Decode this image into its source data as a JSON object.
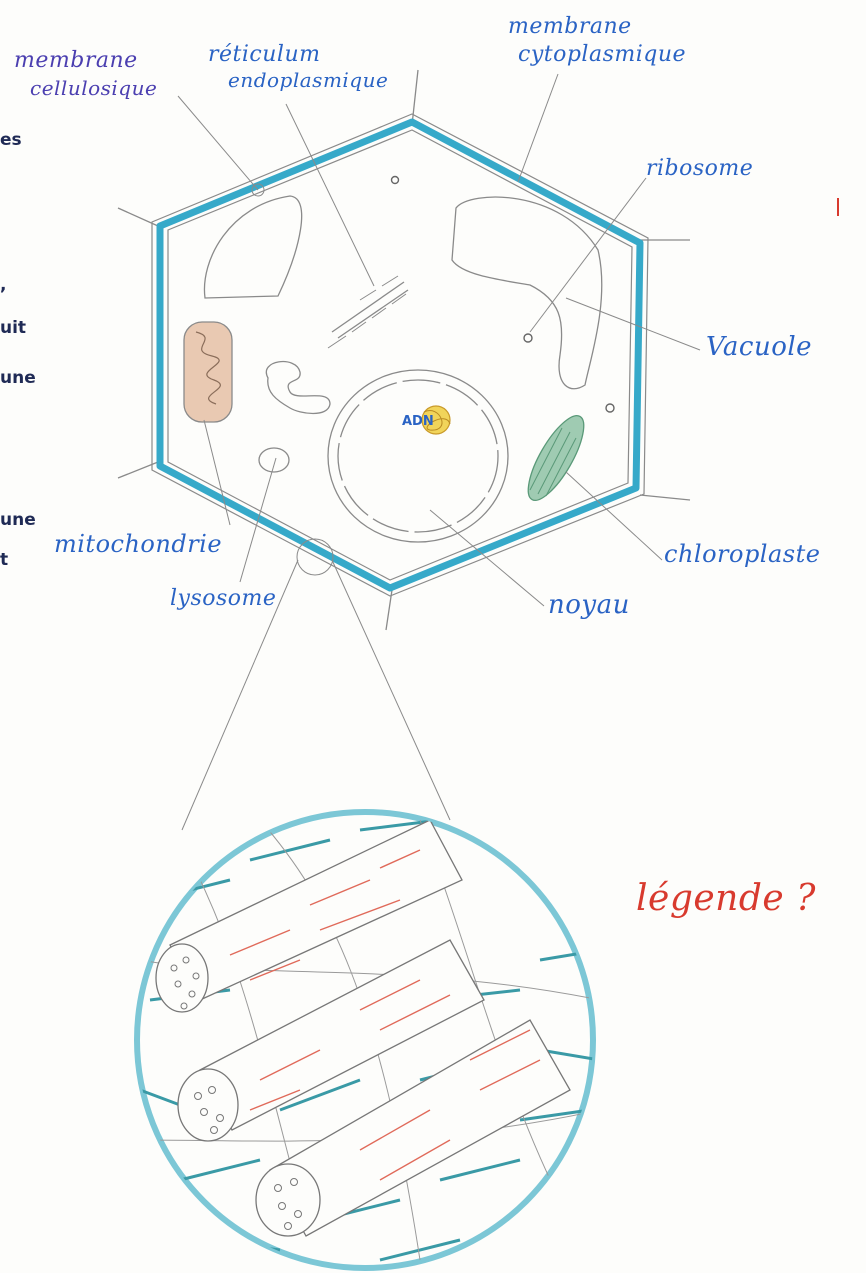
{
  "labels": {
    "membrane_cellulosique_1": "membrane",
    "membrane_cellulosique_2": "cellulosique",
    "reticulum_1": "réticulum",
    "reticulum_2": "endoplasmique",
    "membrane_cyto_1": "membrane",
    "membrane_cyto_2": "cytoplasmique",
    "ribosome": "ribosome",
    "vacuole": "Vacuole",
    "mitochondrie": "mitochondrie",
    "lysosome": "lysosome",
    "chloroplaste": "chloroplaste",
    "noyau": "noyau",
    "adn": "ADN",
    "legende": "légende ?"
  },
  "page_fragments": [
    "es",
    ",",
    "uit",
    "une",
    "une",
    "t"
  ],
  "colors": {
    "wall": "#36a9c9",
    "pencil": "#8a8a8a",
    "ink_blue": "#2a63c4",
    "ink_purple": "#4b3fb0",
    "ink_red": "#d83a2e"
  }
}
